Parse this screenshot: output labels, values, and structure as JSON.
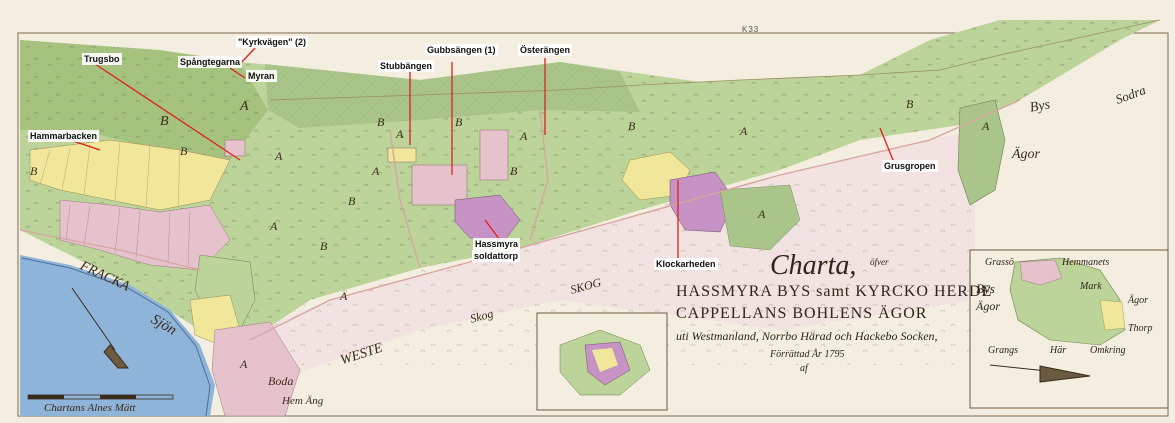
{
  "sheet_number": "K33",
  "annotations": {
    "kyrkvagen": "\"Kyrkvägen\" (2)",
    "spangtegarna": "Spångtegarna",
    "myran": "Myran",
    "trugsbo": "Trugsbo",
    "stubbangen": "Stubbängen",
    "gubbsangen": "Gubbsängen (1)",
    "osterangen": "Österängen",
    "hammarbacken": "Hammarbacken",
    "hassmyra": "Hassmyra",
    "soldattorp": "soldattorp",
    "klockarheden": "Klockarheden",
    "grusgropen": "Grusgropen"
  },
  "map_script": {
    "sodra": "Sodra",
    "bys": "Bys",
    "agor": "Ägor",
    "fracka": "FRACKA",
    "sjon": "Sjön",
    "skog": "SKOG",
    "bodas": "Boda",
    "boda_ws": "WESTE",
    "vestra_skog": "Skog",
    "hemang": "Hem Äng",
    "scale_label": "Chartans Alnes Mätt"
  },
  "field_letters": [
    "A",
    "B"
  ],
  "title_block": {
    "line1": "Charta,",
    "line2": "öfver",
    "line3": "HASSMYRA BYS samt KYRCKO HERDE",
    "line4": "CAPPELLANS BOHLENS ÄGOR",
    "line5": "uti Westmanland, Norrbo Härad och Hackebo Socken,",
    "line6": "Förrättad År 1795",
    "line7": "af"
  },
  "inset_right": {
    "grasso": "Grassö",
    "hemmanets": "Hemmanets",
    "bys": "Bys",
    "agor": "Ägor",
    "mark": "Mark",
    "agor2": "Ägor",
    "grangs": "Grangs",
    "har": "Här",
    "omkring": "Omkring",
    "thorp": "Thorp"
  },
  "colors": {
    "paper": "#f4eee0",
    "field_green": "#bcd39a",
    "forest_green": "#a9c58a",
    "meadow_yellow": "#f0e79a",
    "plot_pink": "#e6c3cc",
    "plot_violet": "#c792c4",
    "water_blue": "#8fb4d9",
    "road_line": "#d6a6a0",
    "annotation_line": "#e0201e"
  }
}
